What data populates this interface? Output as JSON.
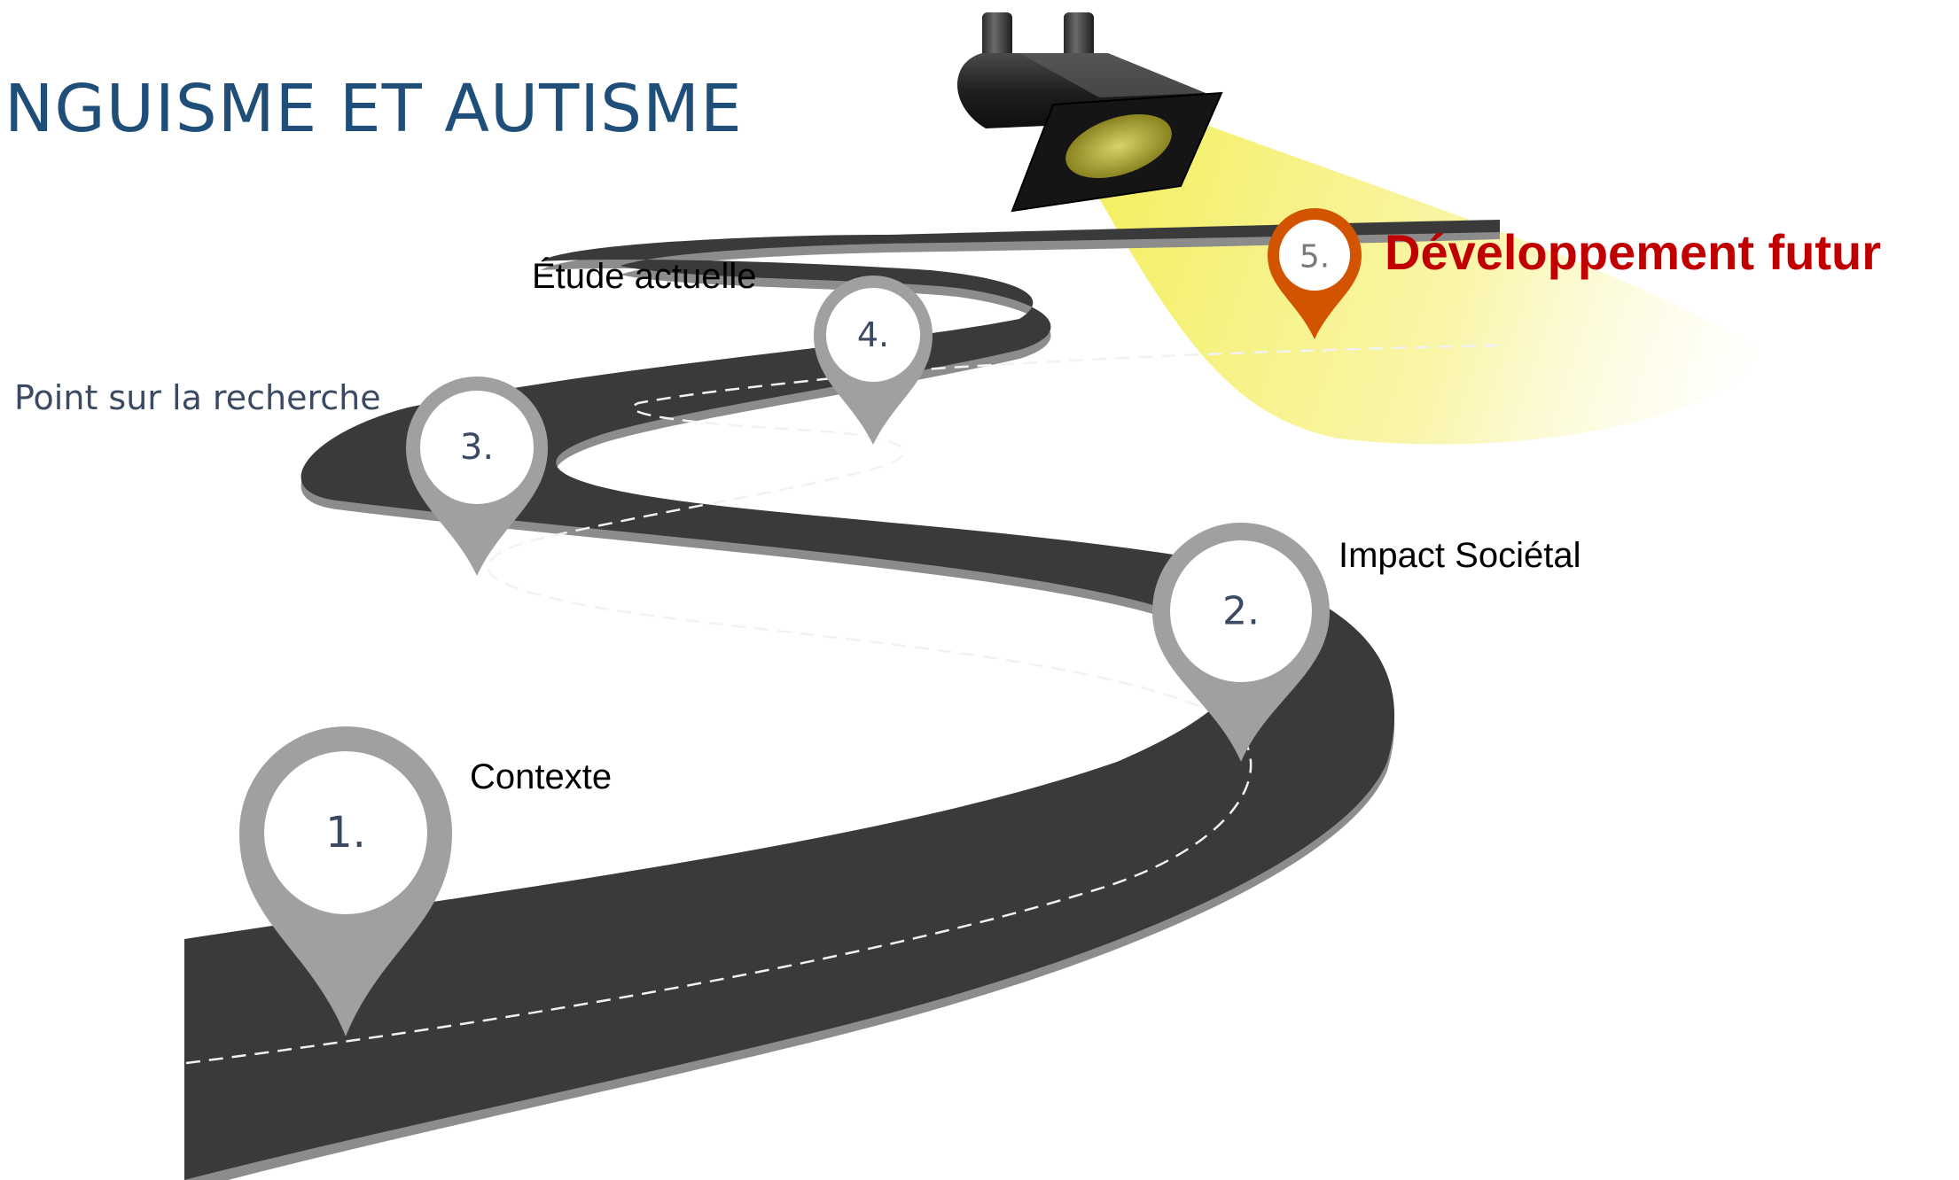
{
  "title": "LINGUISME ET AUTISME",
  "stations": [
    {
      "number": "1.",
      "label": "Contexte"
    },
    {
      "number": "2.",
      "label": "Impact Sociétal"
    },
    {
      "number": "3.",
      "label": "Point sur la recherche"
    },
    {
      "number": "4.",
      "label": "Étude actuelle"
    },
    {
      "number": "5.",
      "label": "Développement futur"
    }
  ],
  "icons": {
    "spotlight": "spotlight-icon",
    "pin": "map-pin-icon"
  },
  "colors": {
    "title": "#1f4e79",
    "road": "#3a3a3a",
    "road_shadow": "#8c8c8c",
    "pin": "#a0a0a0",
    "pin_highlight": "#d35400",
    "future_label": "#c00000",
    "spotlight_beam": "#f6f06a",
    "number_text": "#3b4a63"
  }
}
